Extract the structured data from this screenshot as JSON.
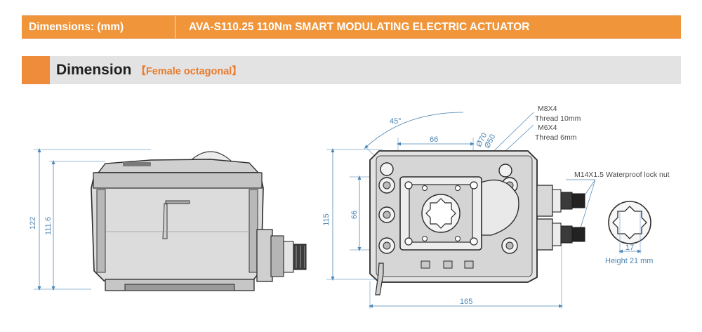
{
  "header": {
    "left_label": "Dimensions: (mm)",
    "model_title": "AVA-S110.25   110Nm SMART MODULATING ELECTRIC ACTUATOR"
  },
  "section": {
    "title": "Dimension",
    "subtitle": "【Female octagonal】"
  },
  "side_view": {
    "dim_height_total": "122",
    "dim_height_body": "111.6"
  },
  "top_view": {
    "dim_angle": "45°",
    "dim_mount_width": "66",
    "dim_mount_height": "66",
    "dim_pcd_1": "Ø70",
    "dim_pcd_2": "Ø50",
    "dim_height": "115",
    "dim_width": "165",
    "bolt_1": "M8X4",
    "bolt_1_thread": "Thread 10mm",
    "bolt_2": "M6X4",
    "bolt_2_thread": "Thread 6mm",
    "gland_note": "M14X1.5 Waterproof lock nut"
  },
  "drive_detail": {
    "dim_across": "17",
    "height_note": "Height 21 mm"
  }
}
